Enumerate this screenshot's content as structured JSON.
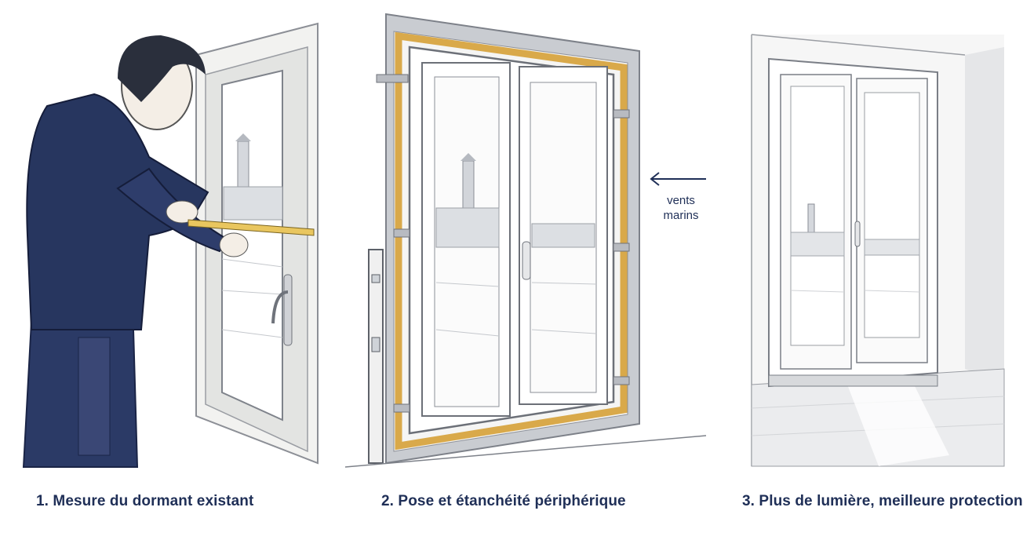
{
  "captions": {
    "step1": "1. Mesure du dormant existant",
    "step2": "2. Pose et étanchéité périphérique",
    "step3": "3. Plus de lumière, meilleure protection"
  },
  "annotation": {
    "line1": "vents",
    "line2": "marins",
    "arrow_direction": "left"
  },
  "colors": {
    "ink": "#1f2f57",
    "workwear_blue": "#27365f",
    "foam_ochre": "#d9a94a",
    "frame_grey": "#c9ccd1"
  },
  "illustrations": {
    "step1": "workman-measuring-old-frame",
    "step2": "new-pvc-window-installation",
    "step3": "finished-room-window"
  }
}
